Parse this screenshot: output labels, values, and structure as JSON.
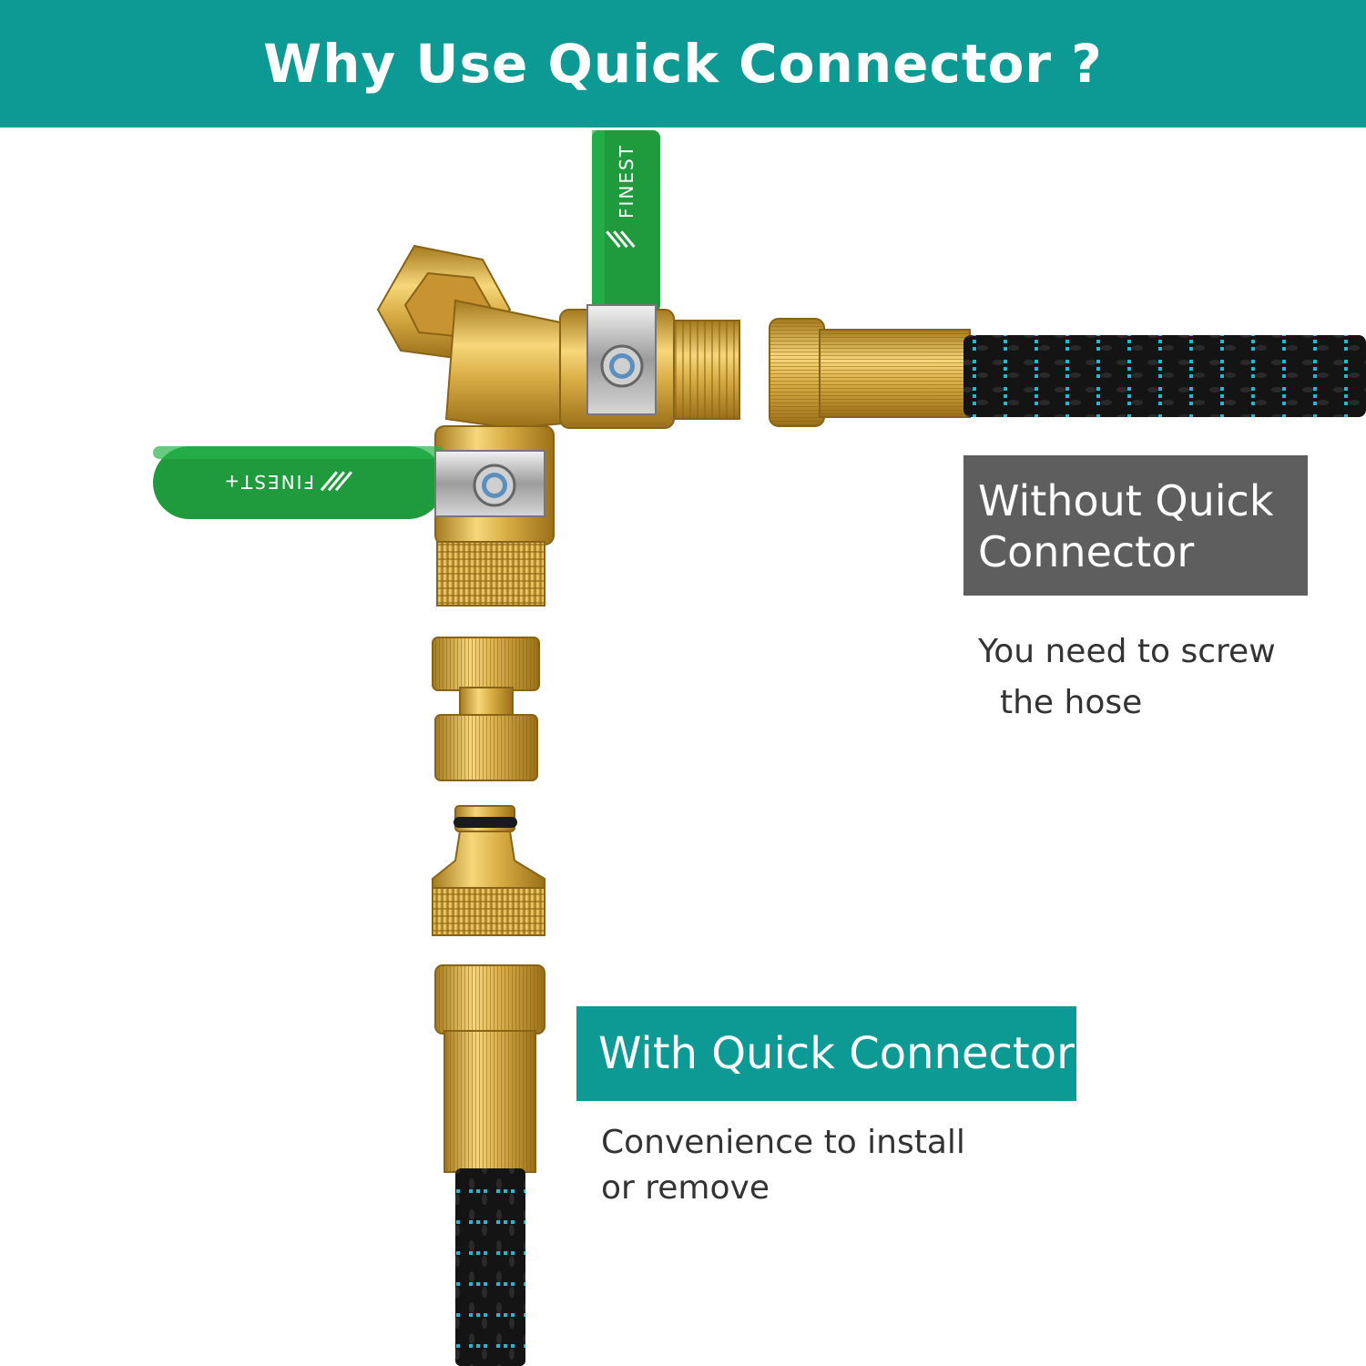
{
  "header": {
    "title": "Why Use Quick Connector ?"
  },
  "without": {
    "label_line1": "Without Quick",
    "label_line2": "Connector",
    "desc_line1": "You need to screw",
    "desc_line2": "the hose"
  },
  "with": {
    "label": "With Quick Connector",
    "desc_line1": "Convenience to install",
    "desc_line2": "or remove"
  },
  "product": {
    "brand_mark_top": "FINEST",
    "brand_mark_left": "FINEST+"
  },
  "colors": {
    "teal": "#0e9a94",
    "gray_box": "#5e5e5e",
    "brass": "#d8ad46",
    "valve_green": "#1f9a3c",
    "hose_black": "#141414",
    "hose_blue": "#23b6d6"
  }
}
